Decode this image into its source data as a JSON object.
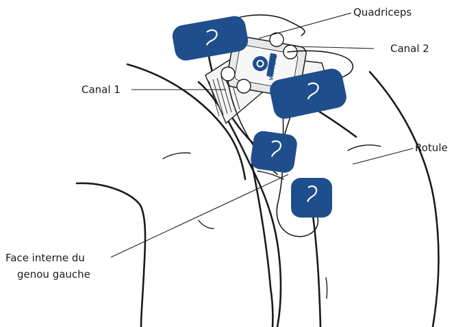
{
  "labels": {
    "quadriceps": "Quadriceps",
    "canal2": "Canal 2",
    "canal1": "Canal 1",
    "rotule": "Rotule",
    "face_line1": "Face interne du",
    "face_line2": "genou gauche"
  },
  "device": {
    "brand": "VIVATENS"
  },
  "colors": {
    "electrode": "#1f4e8c",
    "device_body": "#e8e8e8",
    "ink": "#1a1a1a"
  }
}
